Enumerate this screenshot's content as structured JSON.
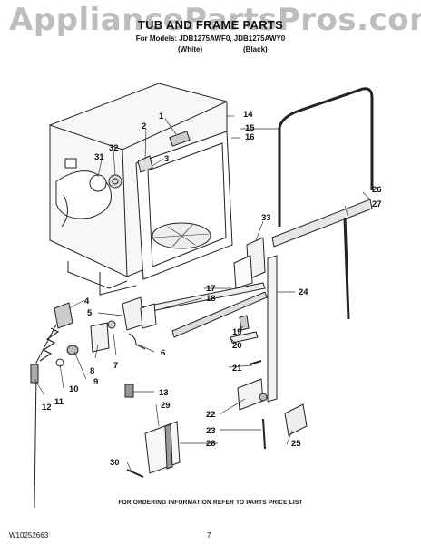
{
  "watermark": "AppliancePartsPros.com",
  "header": {
    "title": "TUB AND FRAME PARTS",
    "models": "For Models: JDB1275AWF0, JDB1275AWY0",
    "variant_white": "(White)",
    "variant_black": "(Black)"
  },
  "callouts": [
    "1",
    "2",
    "3",
    "4",
    "5",
    "6",
    "7",
    "8",
    "9",
    "10",
    "11",
    "12",
    "13",
    "14",
    "15",
    "16",
    "17",
    "18",
    "19",
    "20",
    "21",
    "22",
    "23",
    "24",
    "25",
    "26",
    "27",
    "28",
    "29",
    "30",
    "31",
    "32",
    "33"
  ],
  "footer": {
    "note": "FOR ORDERING INFORMATION REFER TO PARTS PRICE LIST",
    "doc_number": "W10252663",
    "page": "7"
  }
}
